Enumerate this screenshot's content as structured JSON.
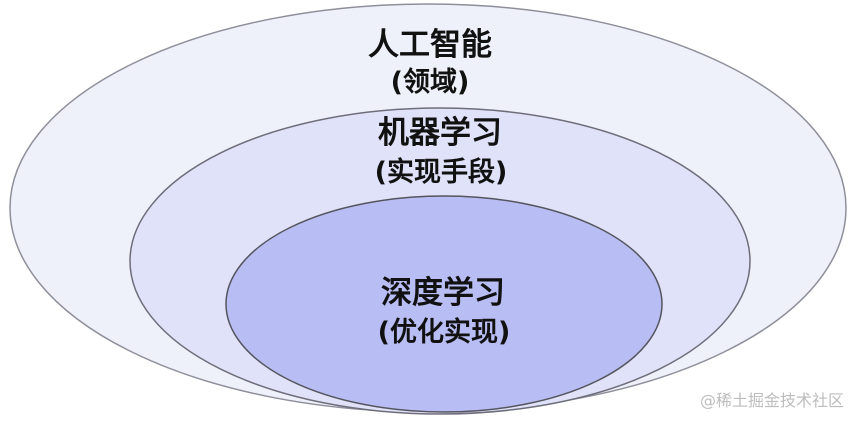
{
  "diagram": {
    "outer": {
      "title": "人工智能",
      "subtitle": "(领域)",
      "fill": "#eef0fa",
      "stroke": "#8f8f9b"
    },
    "middle": {
      "title": "机器学习",
      "subtitle": "(实现手段)",
      "fill": "#dfe2f8",
      "stroke": "#6e6e7a"
    },
    "inner": {
      "title": "深度学习",
      "subtitle": "(优化实现)",
      "fill": "#b8bef3",
      "stroke": "#55555f"
    }
  },
  "watermark": {
    "text": "@稀土掘金技术社区"
  }
}
